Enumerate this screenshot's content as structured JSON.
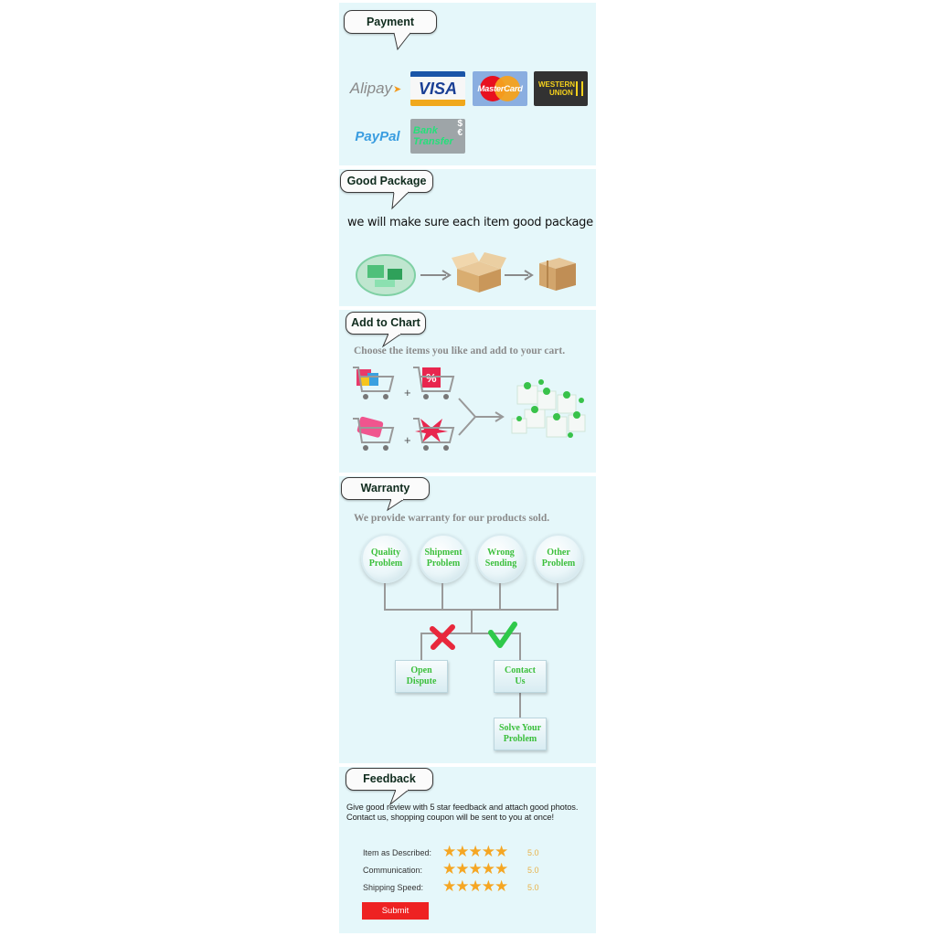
{
  "payment": {
    "title": "Payment",
    "logos": {
      "alipay": "Alipay",
      "visa": "VISA",
      "mastercard": "MasterCard",
      "western_union_line1": "WESTERN",
      "western_union_line2": "UNION",
      "paypal": "PayPal",
      "bank_transfer_line1": "Bank",
      "bank_transfer_line2": "Transfer"
    }
  },
  "package": {
    "title": "Good Package",
    "description": "we will make sure each item good package"
  },
  "cart": {
    "title": "Add to Chart",
    "description": "Choose the items you like and add to your cart."
  },
  "warranty": {
    "title": "Warranty",
    "description": "We provide warranty for our products sold.",
    "problems": [
      {
        "line1": "Quality",
        "line2": "Problem"
      },
      {
        "line1": "Shipment",
        "line2": "Problem"
      },
      {
        "line1": "Wrong",
        "line2": "Sending"
      },
      {
        "line1": "Other",
        "line2": "Problem"
      }
    ],
    "open_dispute": {
      "line1": "Open",
      "line2": "Dispute"
    },
    "contact_us": {
      "line1": "Contact",
      "line2": "Us"
    },
    "solve": {
      "line1": "Solve Your",
      "line2": "Problem"
    }
  },
  "feedback": {
    "title": "Feedback",
    "line1": "Give good review with 5 star feedback and attach good photos.",
    "line2": "Contact us, shopping coupon will be sent to you at once!",
    "ratings": [
      {
        "label": "Item as Described:",
        "stars": 5,
        "score": "5.0"
      },
      {
        "label": "Communication:",
        "stars": 5,
        "score": "5.0"
      },
      {
        "label": "Shipping Speed:",
        "stars": 5,
        "score": "5.0"
      }
    ],
    "submit_label": "Submit"
  },
  "colors": {
    "panel_bg": "#e5f7fa",
    "green_text": "#3bbf3b",
    "star": "#f5a623",
    "submit": "#ee2222"
  }
}
